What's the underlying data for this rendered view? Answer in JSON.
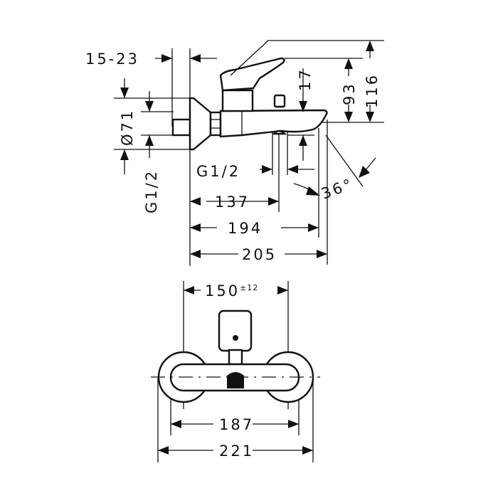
{
  "title": "Bath mixer technical drawing",
  "side_view": {
    "dim_wall_projection": "15-23",
    "dim_rosette_diameter": "Ø71",
    "dim_inlet_thread": "G1/2",
    "dim_outlet_thread": "G1/2",
    "dim_spout_height": "17",
    "dim_handle_height": "93",
    "dim_total_height": "116",
    "dim_outlet_distance": "137",
    "dim_spout_length": "194",
    "dim_total_length": "205",
    "dim_angle": "36°"
  },
  "front_view": {
    "dim_center_distance": "150",
    "dim_center_tolerance": "±12",
    "dim_body_width": "187",
    "dim_total_width": "221"
  },
  "colors": {
    "line": "#111111",
    "background": "#ffffff"
  }
}
